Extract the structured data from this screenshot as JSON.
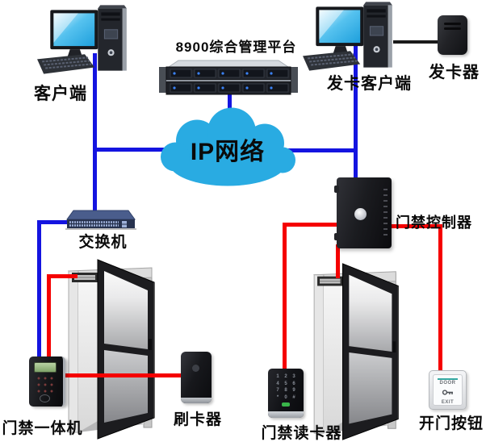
{
  "diagram": {
    "type": "access-control-network-topology",
    "cloud": {
      "label": "IP网络",
      "color": "#29abe2"
    },
    "nodes": {
      "client_pc": {
        "label": "客户端"
      },
      "platform_server": {
        "label": "8900综合管理平台"
      },
      "card_client_pc": {
        "label": "发卡客户端"
      },
      "card_issuer": {
        "label": "发卡器"
      },
      "switch": {
        "label": "交换机"
      },
      "door_controller": {
        "label": "门禁控制器"
      },
      "aio_terminal": {
        "label": "门禁一体机"
      },
      "swipe_reader": {
        "label": "刷卡器"
      },
      "door_reader": {
        "label": "门禁读卡器",
        "keypad": [
          "1",
          "2",
          "3",
          "4",
          "5",
          "6",
          "7",
          "8",
          "9",
          "*",
          "0",
          "#"
        ]
      },
      "exit_button": {
        "label": "开门按钮",
        "face_top": "DOOR",
        "face_bottom": "EXIT"
      }
    },
    "lines": {
      "network_color": "#1414e0",
      "device_color": "#f50000",
      "peripheral_color": "#1a1a1a"
    }
  }
}
